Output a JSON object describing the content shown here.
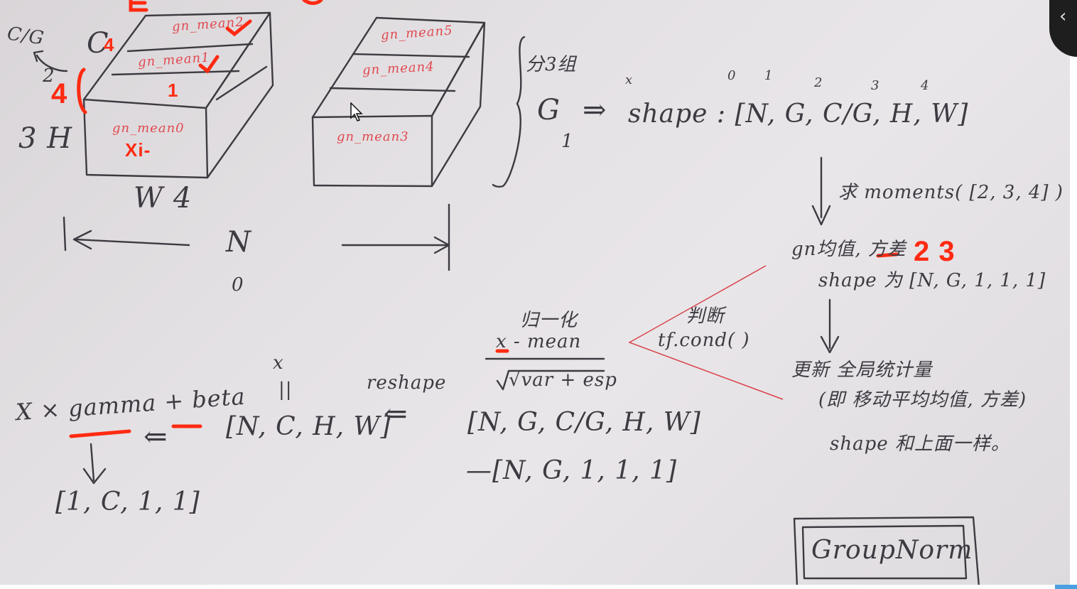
{
  "overlay": {
    "back_icon": "arrow-left-icon",
    "back_glyph": "‹"
  },
  "left_block": {
    "label_c_over_g": "C/G",
    "label_c": "C",
    "label_two": "2",
    "label_red_four_a": "4",
    "label_red_four_b": "4",
    "label_red_one": "1",
    "label_three_h": "3 H",
    "label_w4": "W 4",
    "label_xi": "Xi-",
    "face_labels": [
      "gn_mean2",
      "gn_mean1",
      "gn_mean0"
    ]
  },
  "right_block": {
    "face_labels": [
      "gn_mean5",
      "gn_mean4",
      "gn_mean3"
    ]
  },
  "n_range": {
    "label": "N",
    "index": "0"
  },
  "group_note": {
    "split": "分3组",
    "g": "G",
    "one": "1",
    "x": "x",
    "indices": [
      "0",
      "1",
      "2",
      "3",
      "4"
    ],
    "shape": "shape : [N, G, C/G, H, W]"
  },
  "moments": {
    "text": "求 moments( [2, 3, 4] )"
  },
  "stats": {
    "line1": "gn均值, 方差",
    "red_nums": "2 3",
    "line2": "shape 为 [N, G, 1, 1, 1]"
  },
  "judge": {
    "label": "判断",
    "call": "tf.cond( )"
  },
  "update": {
    "line1": "更新 全局统计量",
    "line2": "(即 移动平均均值, 方差)",
    "line3": "shape 和上面一样。"
  },
  "normalize": {
    "label": "归一化",
    "numerator": "x - mean",
    "denominator": "√var + esp",
    "shape1": "[N, G, C/G, H, W]",
    "shape2": "—[N, G, 1, 1, 1]"
  },
  "reshape": {
    "label": "reshape",
    "arrow": "⇐",
    "x": "x",
    "eq": "||",
    "shape": "[N, C, H, W]"
  },
  "output": {
    "formula": "X × gamma + beta",
    "arrow": "⇐",
    "param_shape": "[1, C, 1, 1]"
  },
  "box": {
    "label": "GroupNorm"
  }
}
